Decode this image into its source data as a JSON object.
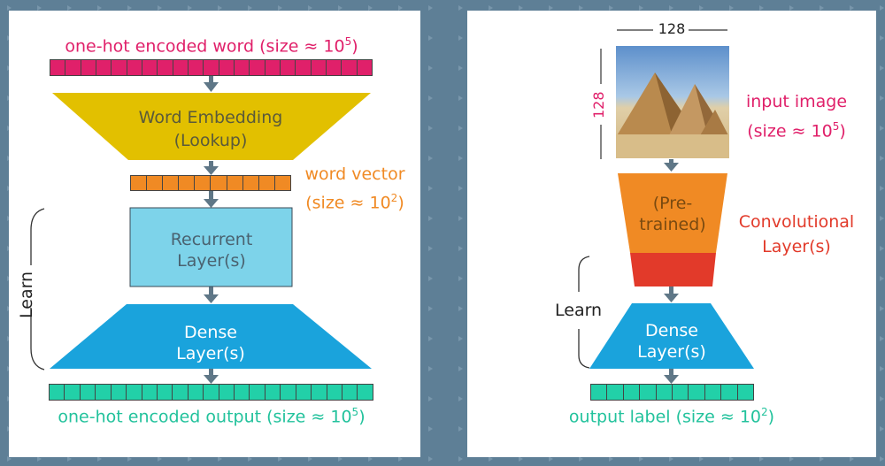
{
  "left": {
    "input_label": "one-hot encoded word (size ≈ 10",
    "input_exp": "5",
    "input_close": ")",
    "embedding_line1": "Word Embedding",
    "embedding_line2": "(Lookup)",
    "vector_line1": "word vector",
    "vector_line2": "(size ≈ 10",
    "vector_exp": "2",
    "vector_close": ")",
    "recurrent_line1": "Recurrent",
    "recurrent_line2": "Layer(s)",
    "dense_line1": "Dense",
    "dense_line2": "Layer(s)",
    "learn": "Learn",
    "output_label": "one-hot encoded output (size ≈ 10",
    "output_exp": "5",
    "output_close": ")"
  },
  "right": {
    "dim_width": "128",
    "dim_height": "128",
    "image_line1": "input image",
    "image_line2": "(size ≈ 10",
    "image_exp": "5",
    "image_close": ")",
    "pretrained_line1": "(Pre-",
    "pretrained_line2": "trained)",
    "conv_line1": "Convolutional",
    "conv_line2": "Layer(s)",
    "learn": "Learn",
    "dense_line1": "Dense",
    "dense_line2": "Layer(s)",
    "output_label": "output label (size ≈ 10",
    "output_exp": "2",
    "output_close": ")"
  },
  "colors": {
    "background": "#5e7f96",
    "magenta": "#e0206a",
    "orange": "#f08a24",
    "yellow": "#e2c000",
    "light_blue": "#7dd3ea",
    "blue": "#1aa3dc",
    "teal": "#22d0a8",
    "red": "#e23a2a",
    "arrow": "#5f7787"
  }
}
